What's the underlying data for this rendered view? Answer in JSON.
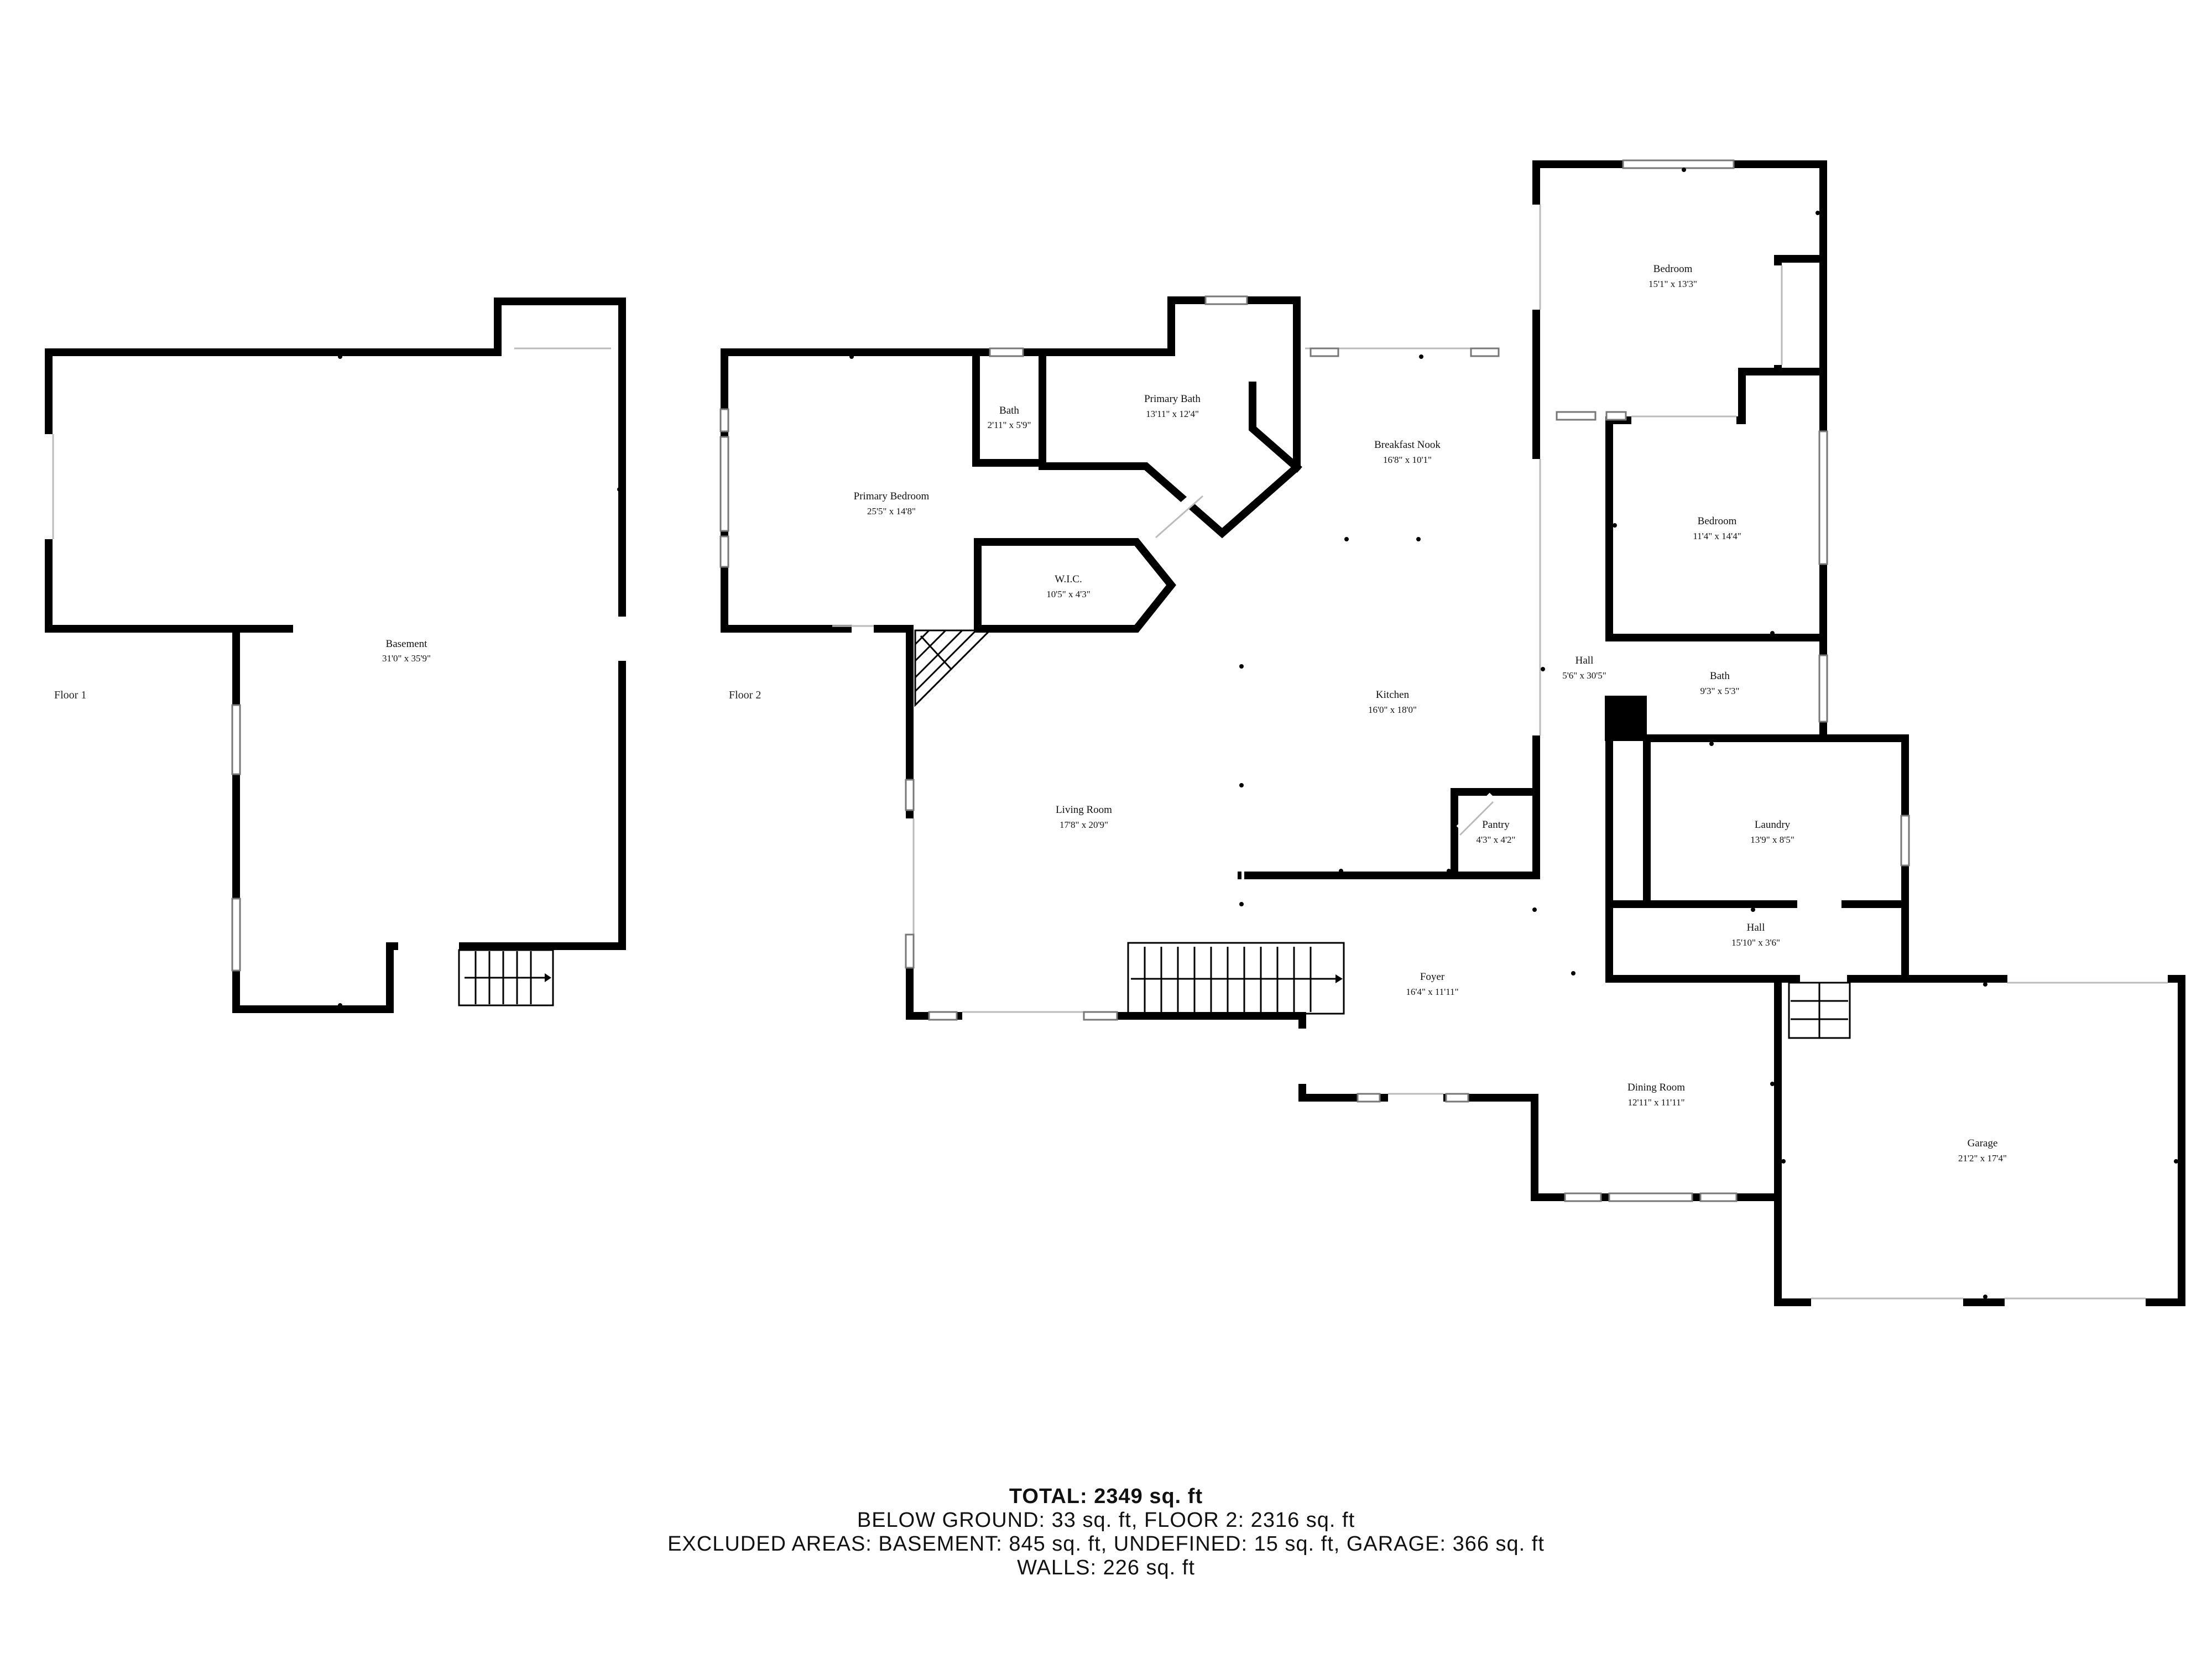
{
  "floors": [
    {
      "label": "Floor 1"
    },
    {
      "label": "Floor 2"
    }
  ],
  "rooms": [
    {
      "id": "basement",
      "name": "Basement",
      "dims": "31'0\" x 35'9\""
    },
    {
      "id": "primary-bedroom",
      "name": "Primary Bedroom",
      "dims": "25'5\" x 14'8\""
    },
    {
      "id": "bath-small",
      "name": "Bath",
      "dims": "2'11\" x 5'9\""
    },
    {
      "id": "primary-bath",
      "name": "Primary Bath",
      "dims": "13'11\" x 12'4\""
    },
    {
      "id": "wic",
      "name": "W.I.C.",
      "dims": "10'5\" x 4'3\""
    },
    {
      "id": "breakfast-nook",
      "name": "Breakfast Nook",
      "dims": "16'8\" x 10'1\""
    },
    {
      "id": "bedroom-1",
      "name": "Bedroom",
      "dims": "15'1\" x 13'3\""
    },
    {
      "id": "bedroom-2",
      "name": "Bedroom",
      "dims": "11'4\" x 14'4\""
    },
    {
      "id": "kitchen",
      "name": "Kitchen",
      "dims": "16'0\" x 18'0\""
    },
    {
      "id": "hall-1",
      "name": "Hall",
      "dims": "5'6\" x 30'5\""
    },
    {
      "id": "bath-2",
      "name": "Bath",
      "dims": "9'3\" x 5'3\""
    },
    {
      "id": "living-room",
      "name": "Living Room",
      "dims": "17'8\" x 20'9\""
    },
    {
      "id": "pantry",
      "name": "Pantry",
      "dims": "4'3\" x 4'2\""
    },
    {
      "id": "laundry",
      "name": "Laundry",
      "dims": "13'9\" x 8'5\""
    },
    {
      "id": "hall-2",
      "name": "Hall",
      "dims": "15'10\" x 3'6\""
    },
    {
      "id": "foyer",
      "name": "Foyer",
      "dims": "16'4\" x 11'11\""
    },
    {
      "id": "dining-room",
      "name": "Dining Room",
      "dims": "12'11\" x 11'11\""
    },
    {
      "id": "garage",
      "name": "Garage",
      "dims": "21'2\" x 17'4\""
    }
  ],
  "summary": {
    "total": "TOTAL: 2349 sq. ft",
    "below": "BELOW GROUND: 33 sq. ft, FLOOR 2: 2316 sq. ft",
    "excluded": "EXCLUDED AREAS: BASEMENT: 845 sq. ft, UNDEFINED: 15 sq. ft, GARAGE: 366 sq. ft",
    "walls": "WALLS: 226 sq. ft"
  }
}
